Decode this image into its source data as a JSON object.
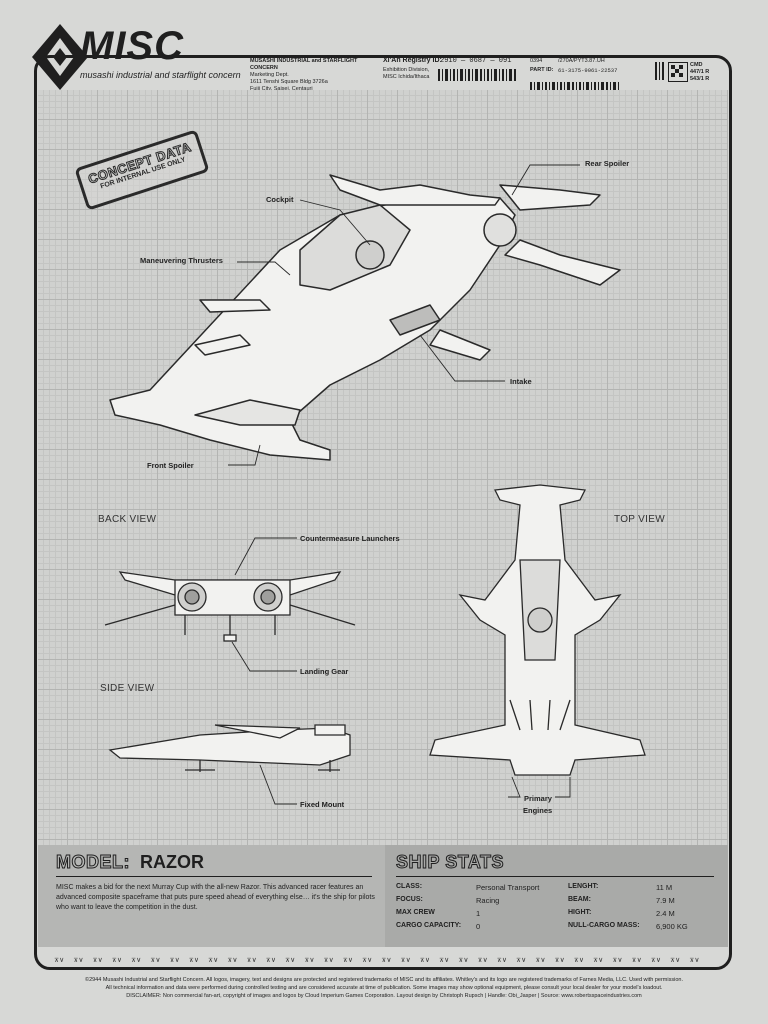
{
  "brand": {
    "name": "misc",
    "tagline": "musashi industrial and starflight concern"
  },
  "header": {
    "address_lines": [
      "MUSASHI INDUSTRIAL and STARFLIGHT CONCERN",
      "Marketing Dept.",
      "1611 Tenshi Square Bldg 3726a",
      "Fujii City, Saisei, Centauri"
    ],
    "registry_label": "Xi'An Registry ID:",
    "registry_value": "2910 — 0687 — 091",
    "registry_sub": "Exhibition Division, MISC Ichida/Ithaca",
    "code_label": "0394",
    "code_value": "/270A/PYT3.87.UH",
    "part_label": "PART ID:",
    "part_value": "61-3175-9061-22537",
    "cmd_lines": [
      "CMD",
      "447/1 R",
      "543/1 R"
    ]
  },
  "stamp": {
    "line1": "CONCEPT DATA",
    "line2": "FOR INTERNAL USE ONLY"
  },
  "callouts": {
    "rear_spoiler": "Rear Spoiler",
    "cockpit": "Cockpit",
    "maneuvering_thrusters": "Maneuvering Thrusters",
    "intake": "Intake",
    "front_spoiler": "Front Spoiler",
    "countermeasure": "Countermeasure Launchers",
    "landing_gear": "Landing Gear",
    "fixed_mount": "Fixed Mount",
    "primary_engines_1": "Primary",
    "primary_engines_2": "Engines"
  },
  "views": {
    "back": "BACK VIEW",
    "top": "TOP VIEW",
    "side": "SIDE VIEW"
  },
  "model": {
    "label": "MODEL:",
    "name": "RAZOR",
    "description": "MISC makes a bid for the next Murray Cup with the all-new Razor. This advanced racer features an advanced composite spaceframe that puts pure speed ahead of everything else… it's the ship for pilots who want to leave the competition in the dust."
  },
  "stats": {
    "title": "SHIP STATS",
    "rows": [
      {
        "label": "CLASS:",
        "value": "Personal Transport",
        "label2": "LENGHT:",
        "value2": "11 M"
      },
      {
        "label": "FOCUS:",
        "value": "Racing",
        "label2": "BEAM:",
        "value2": "7.9 M"
      },
      {
        "label": "MAX CREW",
        "value": "1",
        "label2": "HIGHT:",
        "value2": "2.4 M"
      },
      {
        "label": "CARGO CAPACITY:",
        "value": "0",
        "label2": "NULL-CARGO MASS:",
        "value2": "6,900 KG"
      }
    ]
  },
  "tape_glyph": "⊼⊻",
  "footer": {
    "line1": "©2944 Musashi Industrial and Starflight Concern. All logos, imagery, text and designs are protected and registered trademarks of MISC and its affiliates. Whitley's and its logo are registered trademarks of Farnes Media, LLC. Used with permission.",
    "line2": "All technical information and data were performed during controlled testing and are considered accurate at time of publication. Some images may show optional equipment, please consult your local dealer for your model's loadout.",
    "line3": "DISCLAIMER: Non commercial fan-art, copyright of images and logos by Cloud Imperium Games Corporation. Layout design by Christoph Rupsch | Handle: Obi_Jasper | Source: www.robertsspaceindustries.com"
  }
}
